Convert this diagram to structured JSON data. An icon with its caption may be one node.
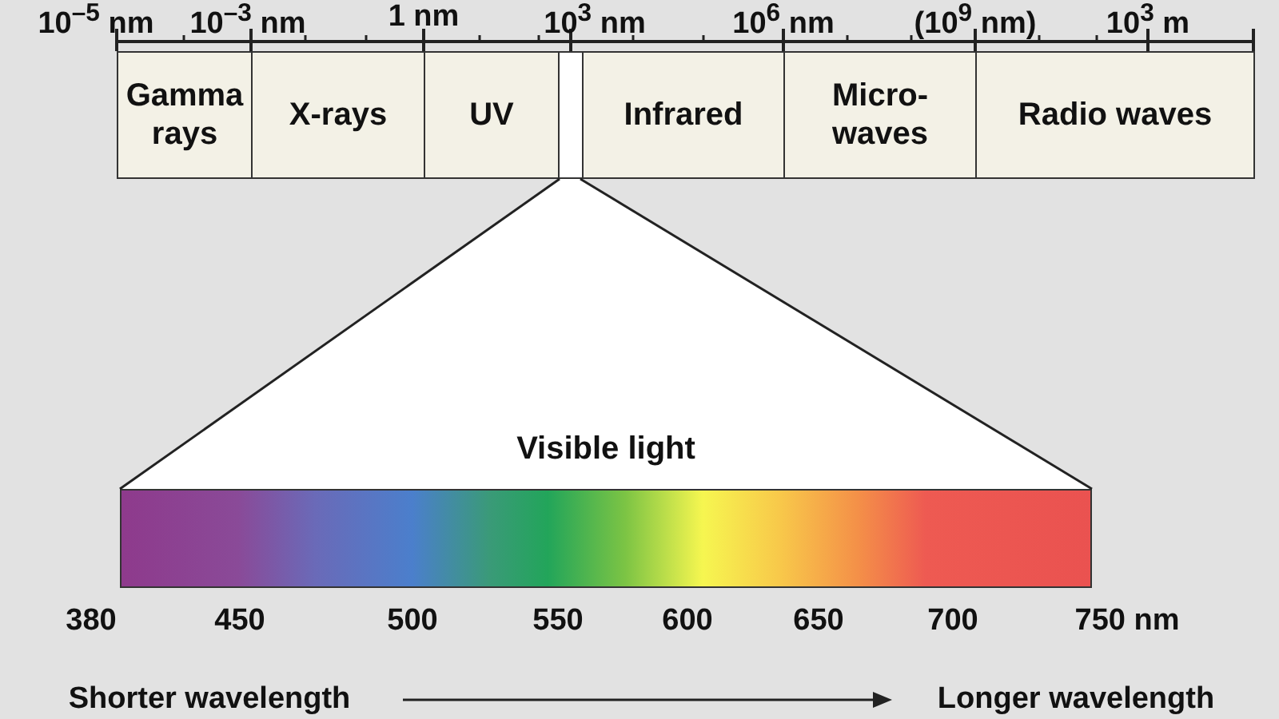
{
  "diagram": {
    "nodes": [
      {
        "text": [
          "Gamma rays"
        ]
      },
      {
        "text": [
          "X-rays"
        ]
      },
      {
        "text": [
          "UV"
        ]
      },
      {
        "text": [],
        "shape": "box"
      },
      {
        "text": [
          "Infrared"
        ]
      },
      {
        "text": [
          "Micro-waves"
        ]
      },
      {
        "text": [
          "Radio waves"
        ]
      },
      {
        "text": [
          "Visible light"
        ]
      }
    ],
    "edges": [
      {
        "from": 3,
        "to": 7,
        "arrow": "none"
      },
      {
        "from": 3,
        "to": 7,
        "arrow": "none"
      }
    ],
    "labels": [
      "10$^{–5}$ nm",
      "10$^{–3}$ nm",
      "1 nm",
      "10$^{3}$ nm",
      "10$^{6}$ nm",
      "(10$^{9}$ nm)",
      "10$^{3}$ m",
      "380",
      "450",
      "500",
      "550",
      "600",
      "650",
      "700",
      "750 nm",
      "Shorter wavelength",
      "Longer wavelength"
    ]
  }
}
